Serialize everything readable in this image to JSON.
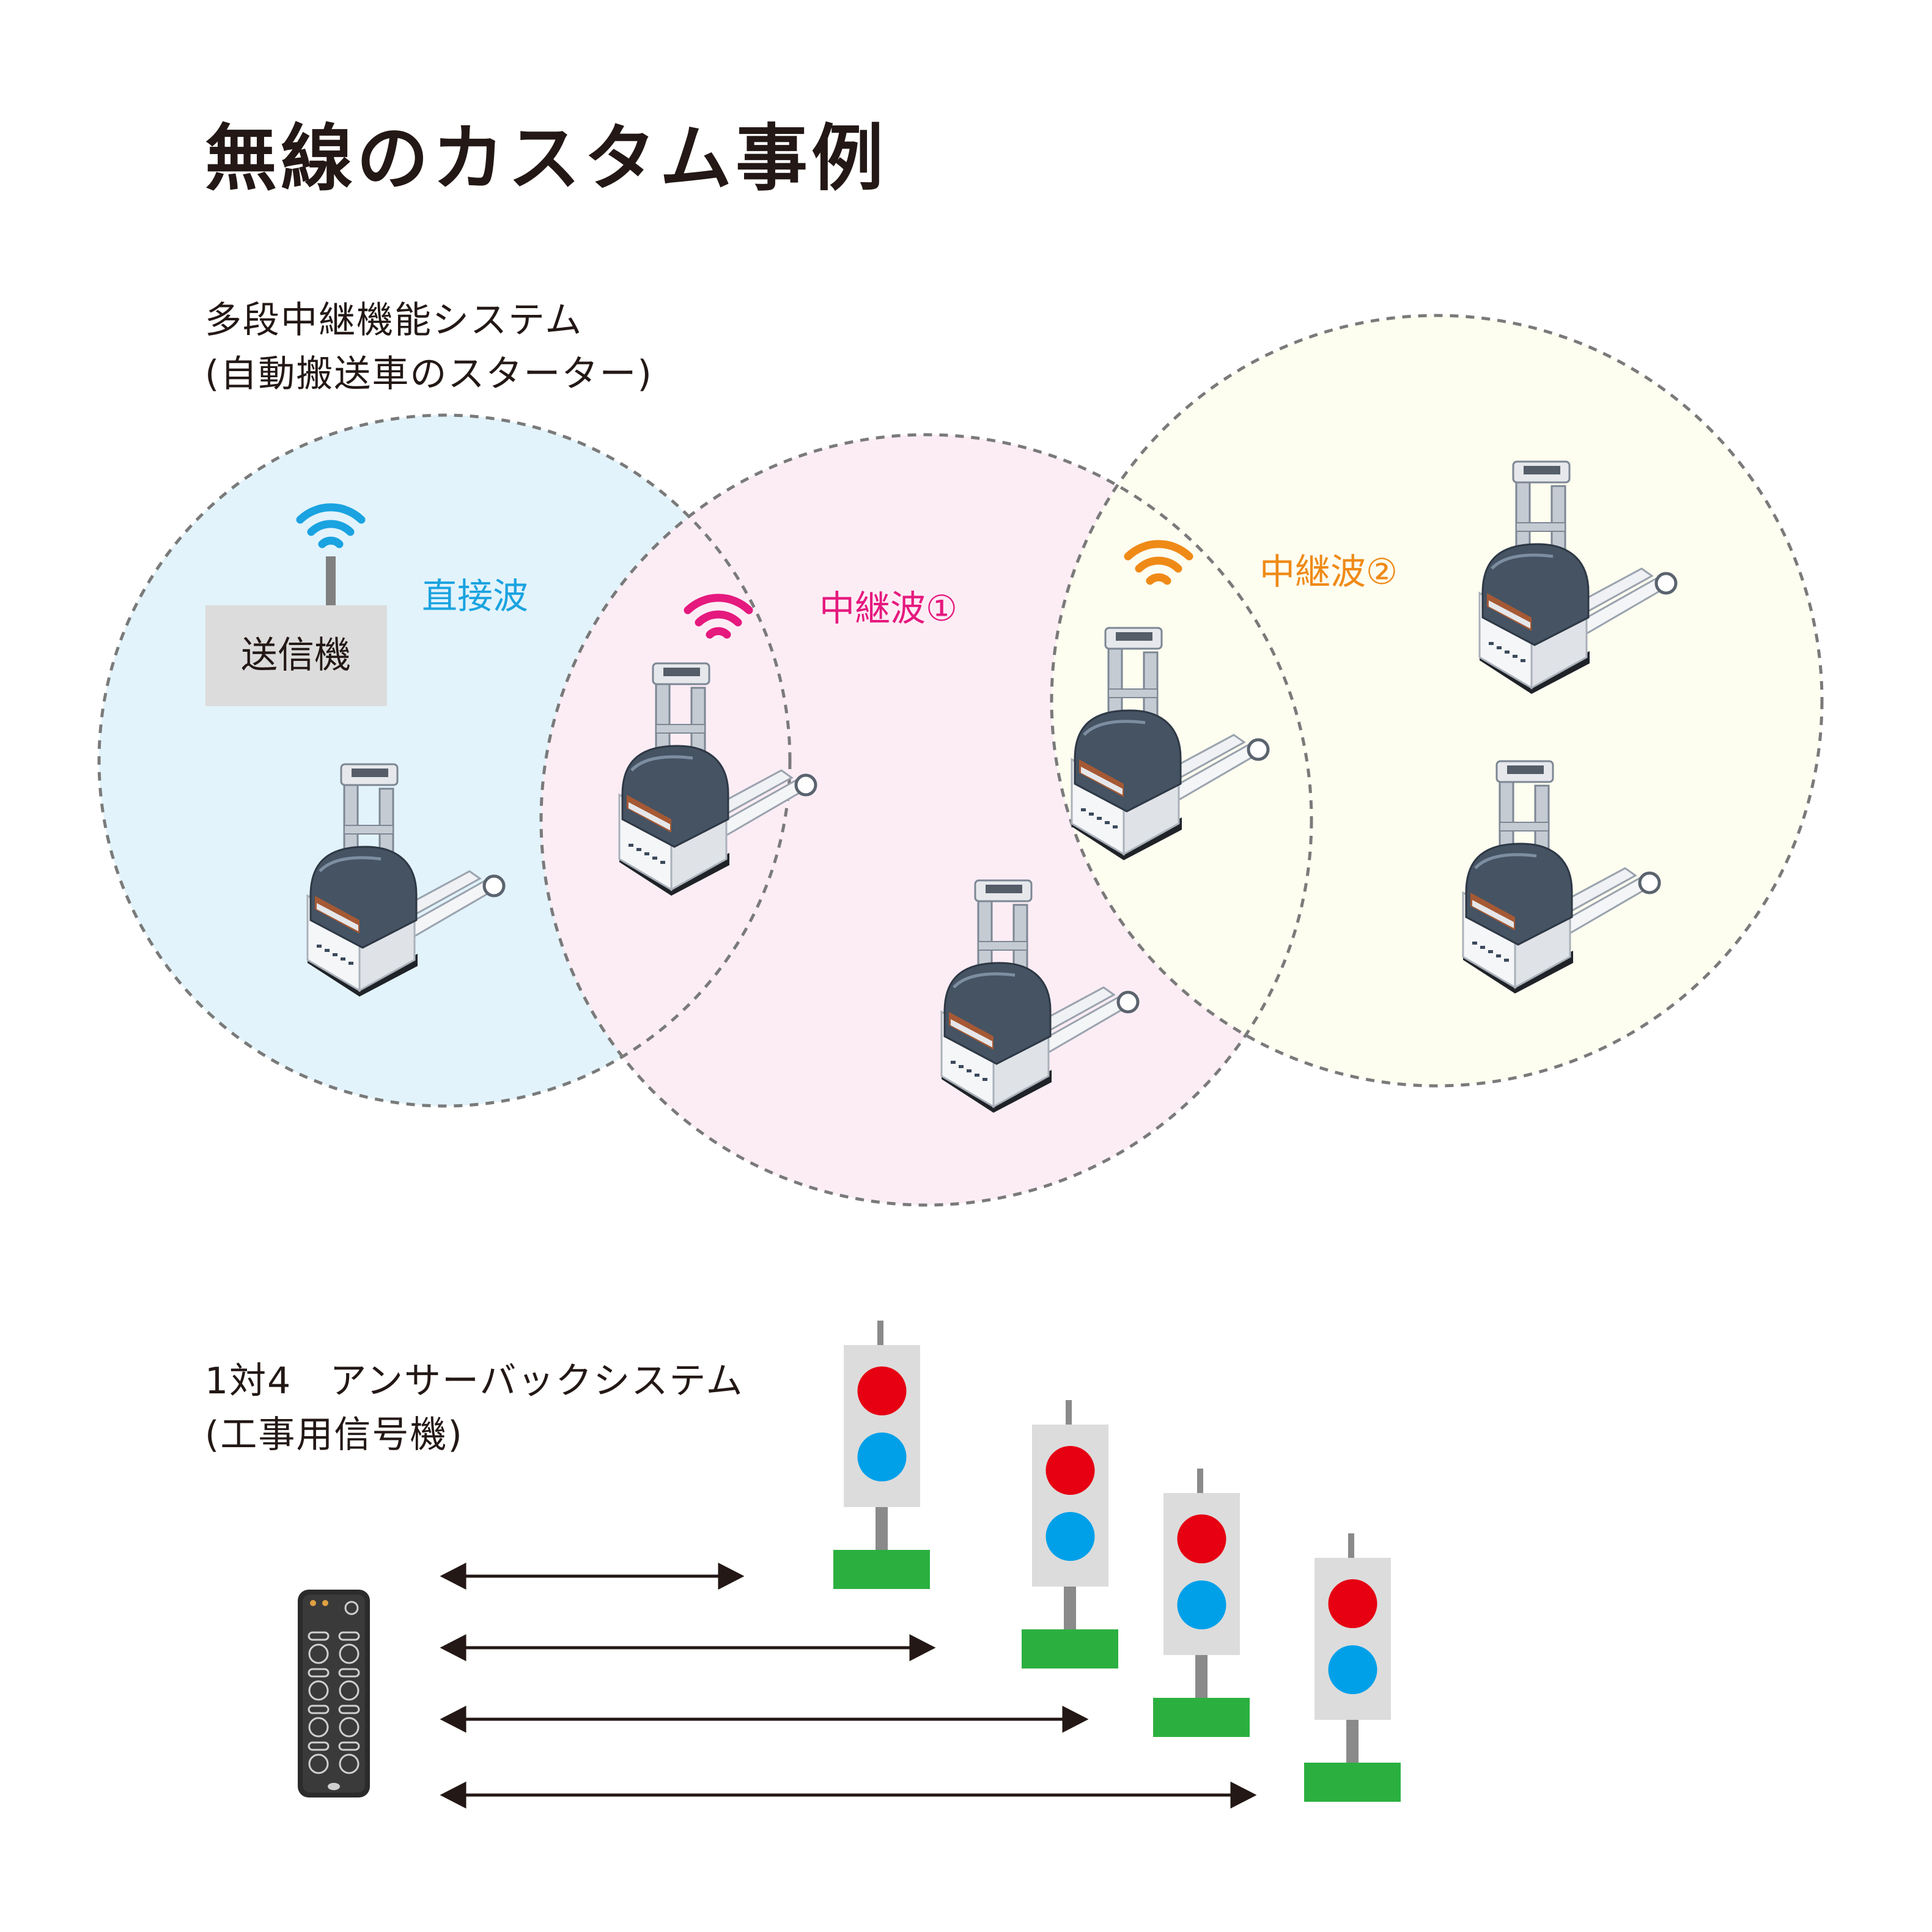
{
  "page": {
    "title": "無線のカスタム事例"
  },
  "relay_system": {
    "title_line1": "多段中継機能システム",
    "title_line2": "(自動搬送車のスターター)",
    "transmitter_label": "送信機",
    "zones": [
      {
        "label": "直接波",
        "color": "#1aa3e0",
        "fill": "#e2f3fb"
      },
      {
        "label": "中継波①",
        "color": "#e5197e",
        "fill": "#fcedf5"
      },
      {
        "label": "中継波②",
        "color": "#ef8a17",
        "fill": "#fdfdf0"
      }
    ]
  },
  "answerback_system": {
    "title_line1": "1対4　アンサーバックシステム",
    "title_line2": "(工事用信号機)",
    "signal_count": 4,
    "signal_colors": {
      "red": "#e60012",
      "blue": "#00a0e9",
      "base": "#2bb040",
      "body": "#dcdcdc"
    }
  },
  "colors": {
    "circle_stroke": "#7a7a7a",
    "text": "#231815"
  }
}
